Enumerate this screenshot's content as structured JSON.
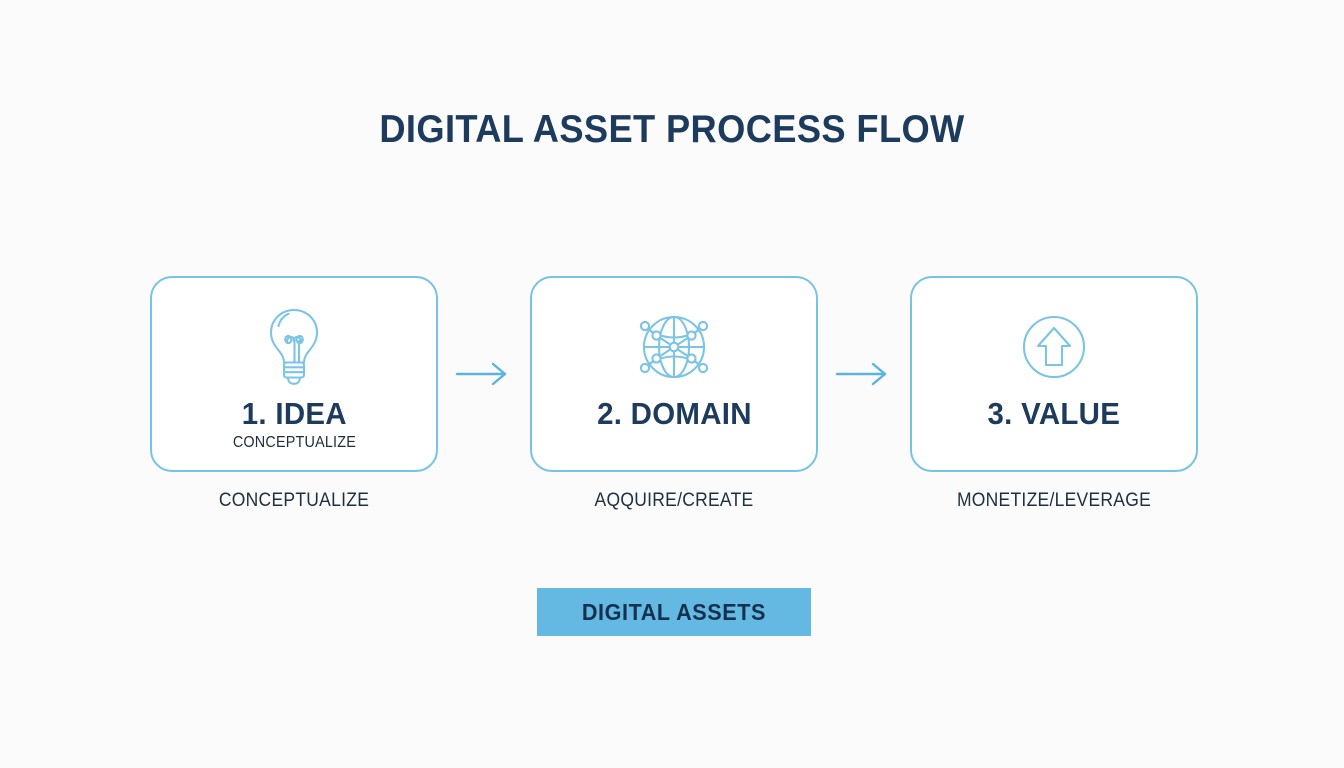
{
  "title": "DIGITAL ASSET PROCESS FLOW",
  "colors": {
    "background": "#fbfbfc",
    "card_border": "#77c3e4",
    "icon_stroke": "#7cc4e6",
    "heading_navy": "#1d3b5c",
    "caption_dark": "#203040",
    "banner_blue": "#63b9e1",
    "arrow_blue": "#5cb4dd"
  },
  "steps": [
    {
      "title": "1. IDEA",
      "inner_caption": "CONCEPTUALIZE",
      "caption": "CONCEPTUALIZE",
      "icon": "lightbulb-icon"
    },
    {
      "title": "2. DOMAIN",
      "inner_caption": "",
      "caption": "AQQUIRE/CREATE",
      "icon": "globe-network-icon"
    },
    {
      "title": "3. VALUE",
      "inner_caption": "",
      "caption": "MONETIZE/LEVERAGE",
      "icon": "circled-up-arrow-icon"
    }
  ],
  "connectors": [
    {
      "name": "arrow-right-icon"
    },
    {
      "name": "arrow-right-icon"
    }
  ],
  "banner": {
    "label": "DIGITAL ASSETS"
  }
}
